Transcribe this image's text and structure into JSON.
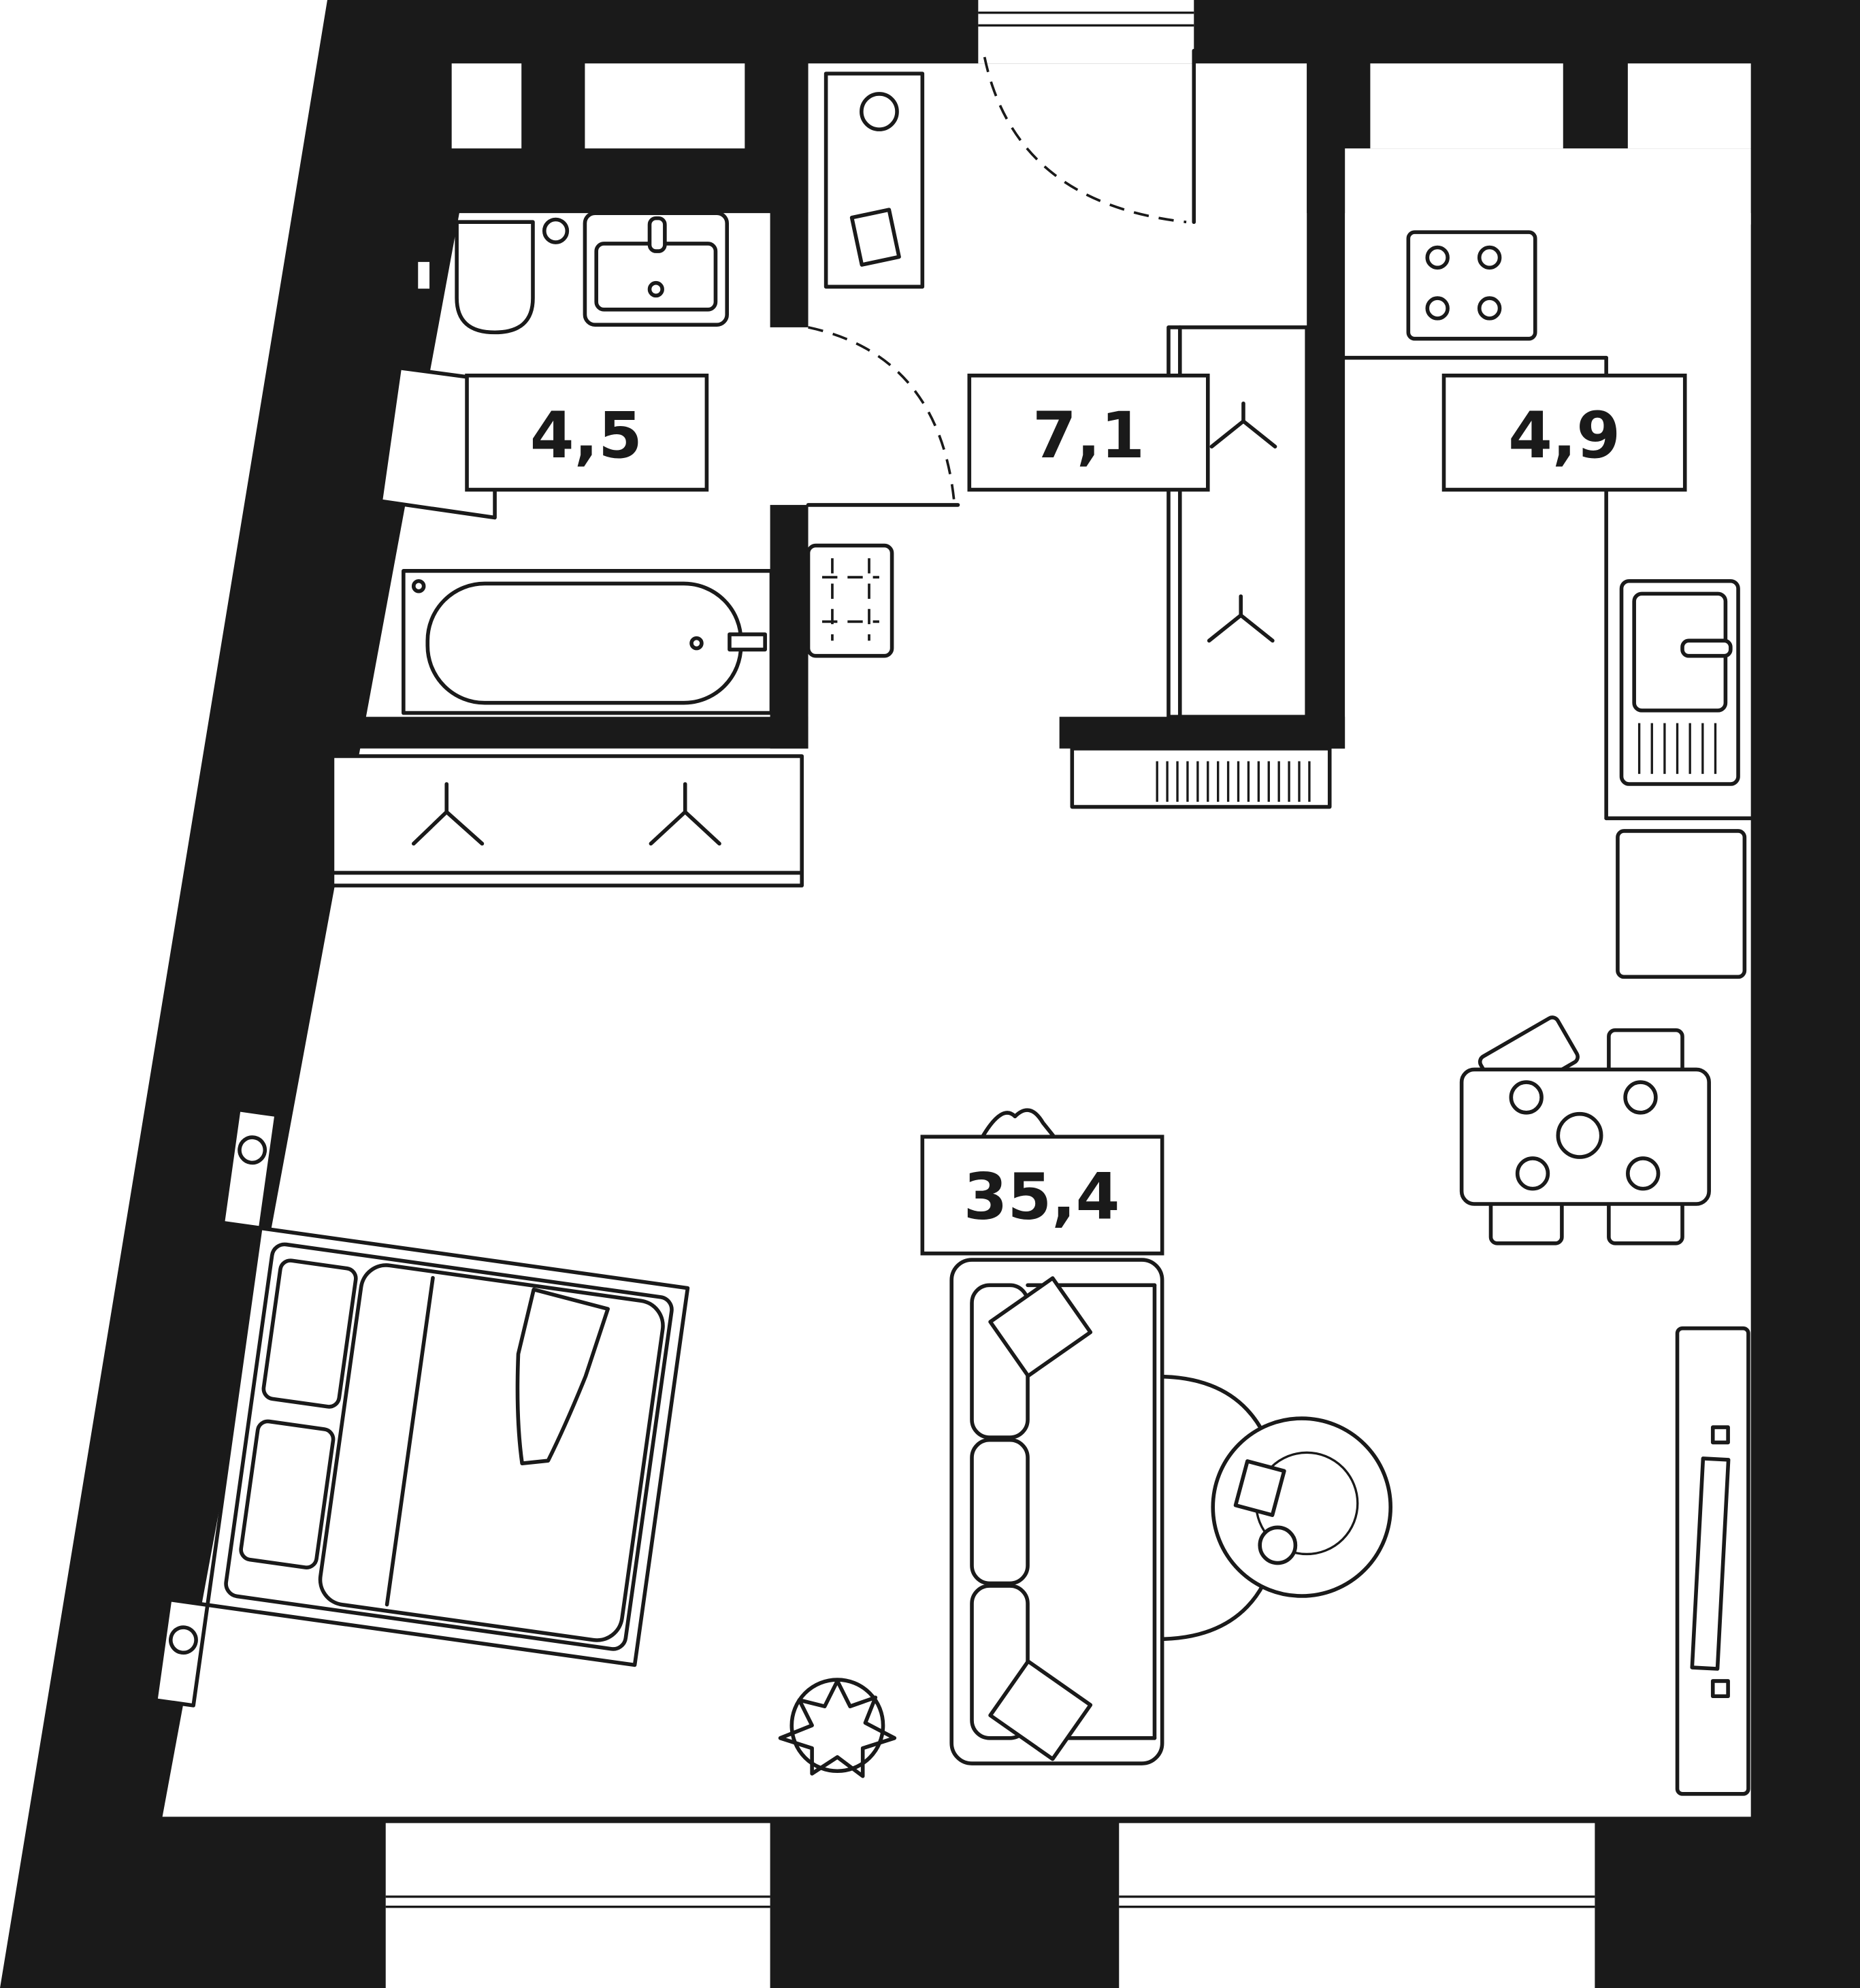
{
  "plan": {
    "rooms": [
      {
        "id": "bathroom",
        "area_label": "4,5"
      },
      {
        "id": "hallway",
        "area_label": "7,1"
      },
      {
        "id": "kitchen",
        "area_label": "4,9"
      },
      {
        "id": "living-room",
        "area_label": "35,4"
      }
    ],
    "colors": {
      "wall": "#1a1a1a",
      "floor": "#ffffff"
    }
  }
}
